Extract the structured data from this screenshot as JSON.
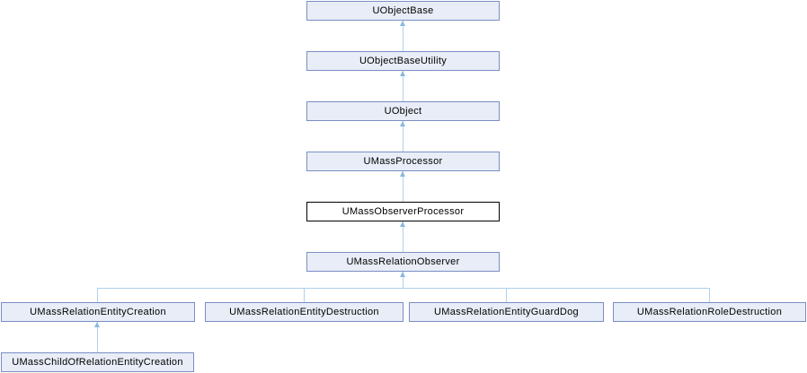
{
  "diagram": {
    "colors": {
      "background": "#ffffff",
      "node_fill": "#e8edf7",
      "node_border": "#7b8ec4",
      "current_node_fill": "#ffffff",
      "current_node_border": "#000000",
      "edge_line": "#aed2ee",
      "arrowhead": "#8cb8de",
      "text": "#000000"
    },
    "nodes": [
      {
        "label": "UObjectBase"
      },
      {
        "label": "UObjectBaseUtility"
      },
      {
        "label": "UObject"
      },
      {
        "label": "UMassProcessor"
      },
      {
        "label": "UMassObserverProcessor",
        "current": true
      },
      {
        "label": "UMassRelationObserver"
      },
      {
        "label": "UMassRelationEntityCreation"
      },
      {
        "label": "UMassRelationEntityDestruction"
      },
      {
        "label": "UMassRelationEntityGuardDog"
      },
      {
        "label": "UMassRelationRoleDestruction"
      },
      {
        "label": "UMassChildOfRelationEntityCreation"
      }
    ]
  }
}
